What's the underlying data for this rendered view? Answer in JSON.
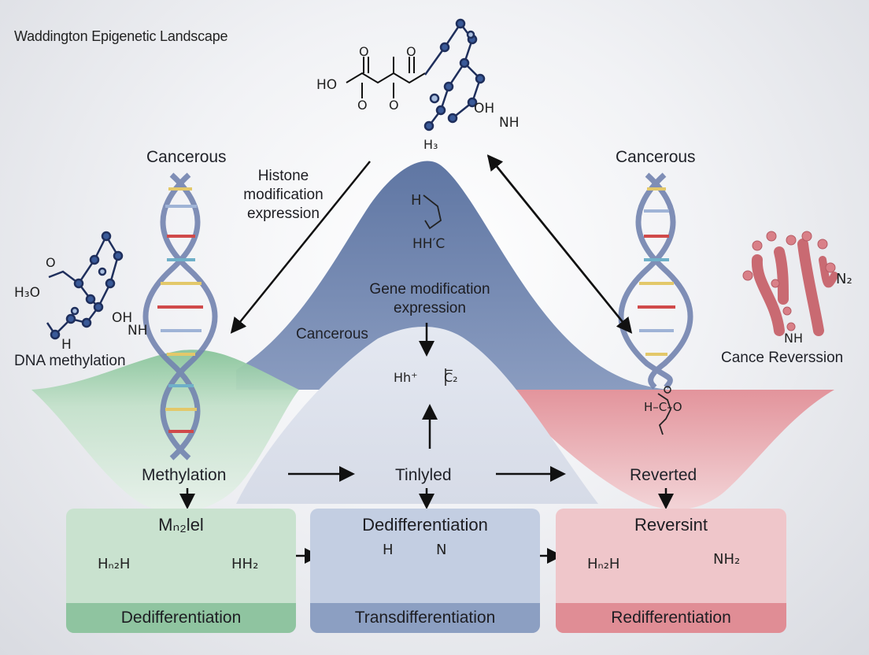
{
  "title": "Waddington Epigenetic Landscape",
  "top_molecule": {
    "left": "HO",
    "right": "OH",
    "nh": "NH",
    "h3": "H₃",
    "o1": "O",
    "o2": "O",
    "o3": "O",
    "o4": "O"
  },
  "left_molecule": {
    "h3o": "H₃O",
    "oh": "OH",
    "nh": "NH",
    "h": "H",
    "o": "O"
  },
  "protein": {
    "n2": "N₂",
    "nh": "NH"
  },
  "labels": {
    "cancerous_left": "Cancerous",
    "cancerous_right": "Cancerous",
    "cancerous_mid": "Cancerous",
    "histone": [
      "Histone",
      "modification",
      "expression"
    ],
    "dna_methylation": "DNA methylation",
    "cancer_reversion": "Cance Reverssion",
    "gene_mod": [
      "Gene modification",
      "expression"
    ],
    "hh_formula": "Hh⁺",
    "c2": "C̅₂",
    "peak_h": "H",
    "peak_hhc": "HH′C",
    "methylation": "Methylation",
    "tinlyled": "Tinlyled",
    "reverted": "Reverted",
    "red_formula": "H–C–O"
  },
  "cards": [
    {
      "title": "Mₙ₂lel",
      "footer": "Dedifferentiation",
      "formula_left": "Hₙ₂H",
      "formula_right": "HH₂"
    },
    {
      "title": "Dedifferentiation",
      "footer": "Transdifferentiation",
      "formula_left": "H",
      "formula_right": "N"
    },
    {
      "title": "Reversint",
      "footer": "Redifferentiation",
      "formula_left": "Hₙ₂H",
      "formula_right": "NH₂"
    }
  ],
  "colors": {
    "green": "#9ccfa8",
    "blue": "#6f84aa",
    "red": "#e2989e",
    "dna": "#7384b0",
    "molecule": "#304f8c"
  }
}
